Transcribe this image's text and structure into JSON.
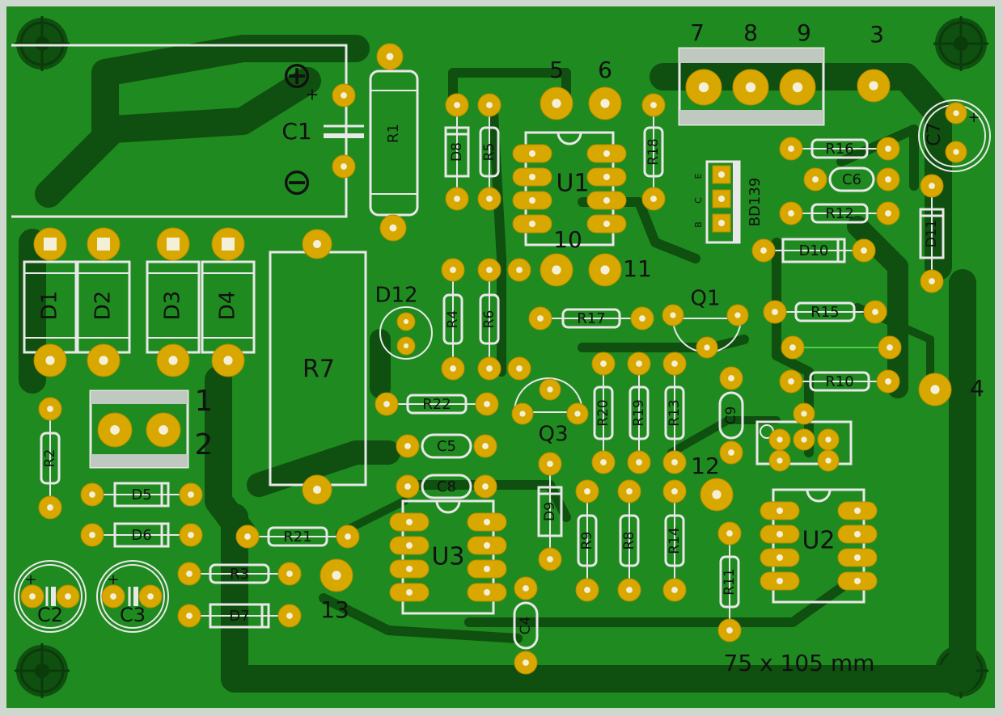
{
  "board": {
    "dimension_note": "75 x 105 mm",
    "copper_color": "#1f8a1f",
    "trace_color": "#0f4f0f",
    "pad_color": "#d9a800",
    "silk_color": "#e8e8e8"
  },
  "polarity": {
    "plus": "⊕",
    "minus": "⊖"
  },
  "components": [
    {
      "ref": "C1",
      "kind": "capacitor"
    },
    {
      "ref": "R1",
      "kind": "resistor"
    },
    {
      "ref": "D8",
      "kind": "diode"
    },
    {
      "ref": "R5",
      "kind": "resistor"
    },
    {
      "ref": "U1",
      "kind": "ic"
    },
    {
      "ref": "R18",
      "kind": "resistor"
    },
    {
      "ref": "C7",
      "kind": "capacitor"
    },
    {
      "ref": "R16",
      "kind": "resistor"
    },
    {
      "ref": "C6",
      "kind": "capacitor"
    },
    {
      "ref": "R12",
      "kind": "resistor"
    },
    {
      "ref": "D10",
      "kind": "diode"
    },
    {
      "ref": "D11",
      "kind": "diode"
    },
    {
      "ref": "BD139",
      "kind": "transistor"
    },
    {
      "ref": "D1",
      "kind": "diode"
    },
    {
      "ref": "D2",
      "kind": "diode"
    },
    {
      "ref": "D3",
      "kind": "diode"
    },
    {
      "ref": "D4",
      "kind": "diode"
    },
    {
      "ref": "R7",
      "kind": "resistor"
    },
    {
      "ref": "D12",
      "kind": "led"
    },
    {
      "ref": "R4",
      "kind": "resistor"
    },
    {
      "ref": "R6",
      "kind": "resistor"
    },
    {
      "ref": "R17",
      "kind": "resistor"
    },
    {
      "ref": "Q1",
      "kind": "transistor"
    },
    {
      "ref": "R15",
      "kind": "resistor"
    },
    {
      "ref": "R10",
      "kind": "resistor"
    },
    {
      "ref": "R22",
      "kind": "resistor"
    },
    {
      "ref": "Q3",
      "kind": "transistor"
    },
    {
      "ref": "R20",
      "kind": "resistor"
    },
    {
      "ref": "R19",
      "kind": "resistor"
    },
    {
      "ref": "R13",
      "kind": "resistor"
    },
    {
      "ref": "C9",
      "kind": "capacitor"
    },
    {
      "ref": "C5",
      "kind": "capacitor"
    },
    {
      "ref": "C8",
      "kind": "capacitor"
    },
    {
      "ref": "R2",
      "kind": "resistor"
    },
    {
      "ref": "D5",
      "kind": "diode"
    },
    {
      "ref": "D6",
      "kind": "diode"
    },
    {
      "ref": "R21",
      "kind": "resistor"
    },
    {
      "ref": "R3",
      "kind": "resistor"
    },
    {
      "ref": "D7",
      "kind": "diode"
    },
    {
      "ref": "C2",
      "kind": "capacitor"
    },
    {
      "ref": "C3",
      "kind": "capacitor"
    },
    {
      "ref": "U3",
      "kind": "ic"
    },
    {
      "ref": "D9",
      "kind": "diode"
    },
    {
      "ref": "R9",
      "kind": "resistor"
    },
    {
      "ref": "R8",
      "kind": "resistor"
    },
    {
      "ref": "R14",
      "kind": "resistor"
    },
    {
      "ref": "R11",
      "kind": "resistor"
    },
    {
      "ref": "C4",
      "kind": "capacitor"
    },
    {
      "ref": "U2",
      "kind": "ic"
    }
  ],
  "terminals": [
    "7",
    "8",
    "9",
    "3",
    "5",
    "6",
    "10",
    "11",
    "1",
    "2",
    "4",
    "12",
    "13"
  ],
  "bd139_pins": [
    "E",
    "C",
    "B"
  ]
}
